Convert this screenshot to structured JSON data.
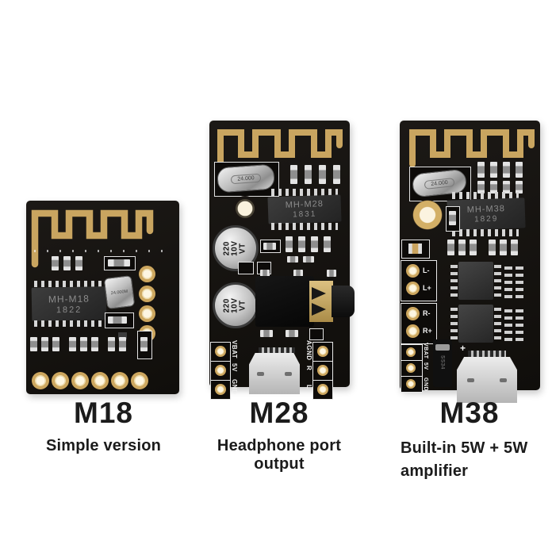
{
  "page": {
    "background": "#ffffff"
  },
  "colors": {
    "pcb": "#14110e",
    "gold": "#c9a560",
    "silver": "#cfcfcf",
    "ic_body": "#2f2f2f"
  },
  "modules": [
    {
      "id": "m18",
      "name": "M18",
      "description": "Simple version",
      "chip": {
        "line1": "MH-M18",
        "line2": "1822"
      },
      "crystal": "24.000M"
    },
    {
      "id": "m28",
      "name": "M28",
      "description": "Headphone port output",
      "chip": {
        "line1": "MH-M28",
        "line2": "1831"
      },
      "crystal": "24.000",
      "capacitor": {
        "value": "220",
        "voltage": "10V",
        "series": "VT"
      },
      "pins_left": [
        "VBAT",
        "5V",
        "GND"
      ],
      "pins_right": [
        "AGND",
        "R",
        "L"
      ]
    },
    {
      "id": "m38",
      "name": "M38",
      "description": "Built-in 5W + 5W amplifier",
      "chip": {
        "line1": "MH-M38",
        "line2": "1829"
      },
      "crystal": "24.000",
      "pins_left": [
        "VBAT",
        "5V",
        "GND"
      ],
      "speaker_left": [
        "L-",
        "L+"
      ],
      "speaker_right": [
        "R-",
        "R+"
      ],
      "diode_label": "SS34",
      "polarity_mark": "+"
    }
  ]
}
